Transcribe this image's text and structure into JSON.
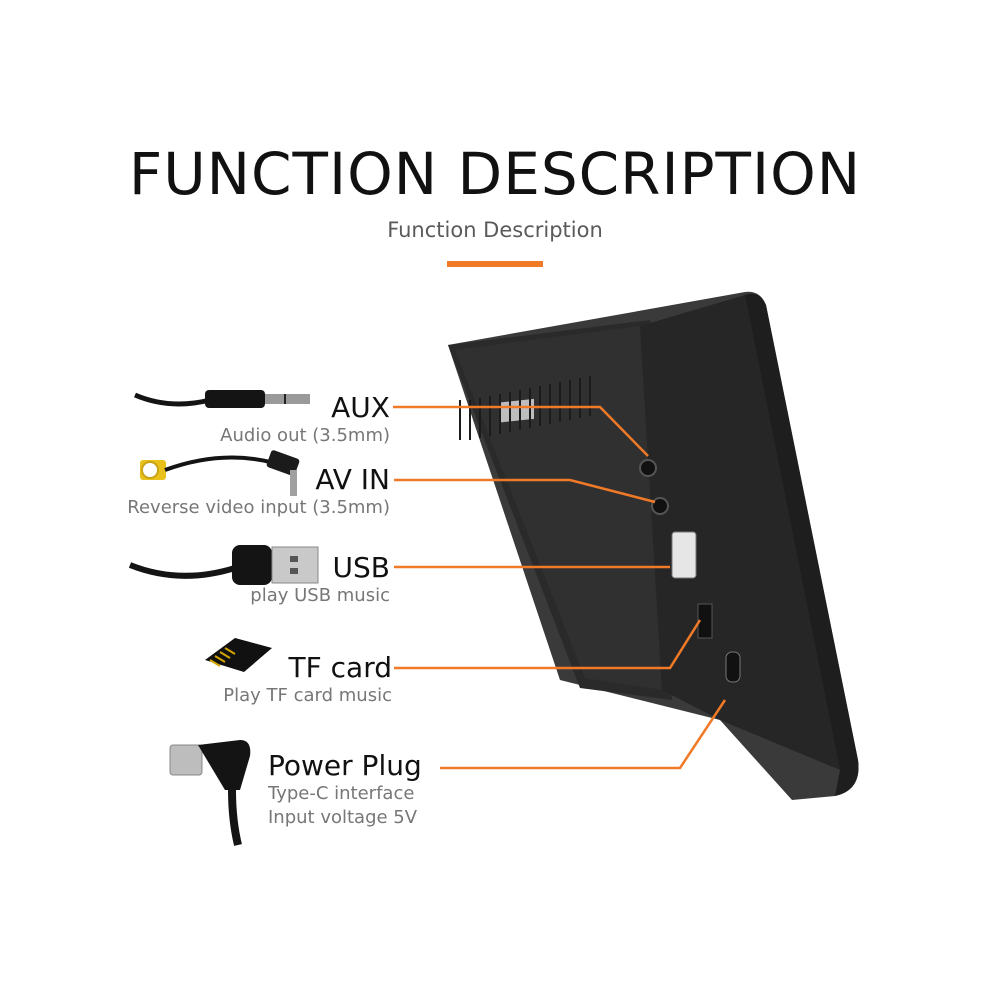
{
  "header": {
    "title": "FUNCTION DESCRIPTION",
    "subtitle": "Function Description"
  },
  "colors": {
    "accent": "#f07a28",
    "device": "#2b2b2b",
    "cable": "#141414",
    "rca_tip": "#e8c21a"
  },
  "ports": [
    {
      "name": "AUX",
      "desc": "Audio out (3.5mm)",
      "icon": "3.5mm-audio-cable-icon"
    },
    {
      "name": "AV IN",
      "desc": "Reverse video input (3.5mm)",
      "icon": "rca-to-3.5mm-cable-icon"
    },
    {
      "name": "USB",
      "desc": "play USB music",
      "icon": "usb-cable-icon"
    },
    {
      "name": "TF card",
      "desc": "Play TF card music",
      "icon": "tf-card-icon"
    },
    {
      "name": "Power Plug",
      "desc": "Type-C interface",
      "desc2": "Input voltage 5V",
      "icon": "type-c-cable-icon"
    }
  ]
}
